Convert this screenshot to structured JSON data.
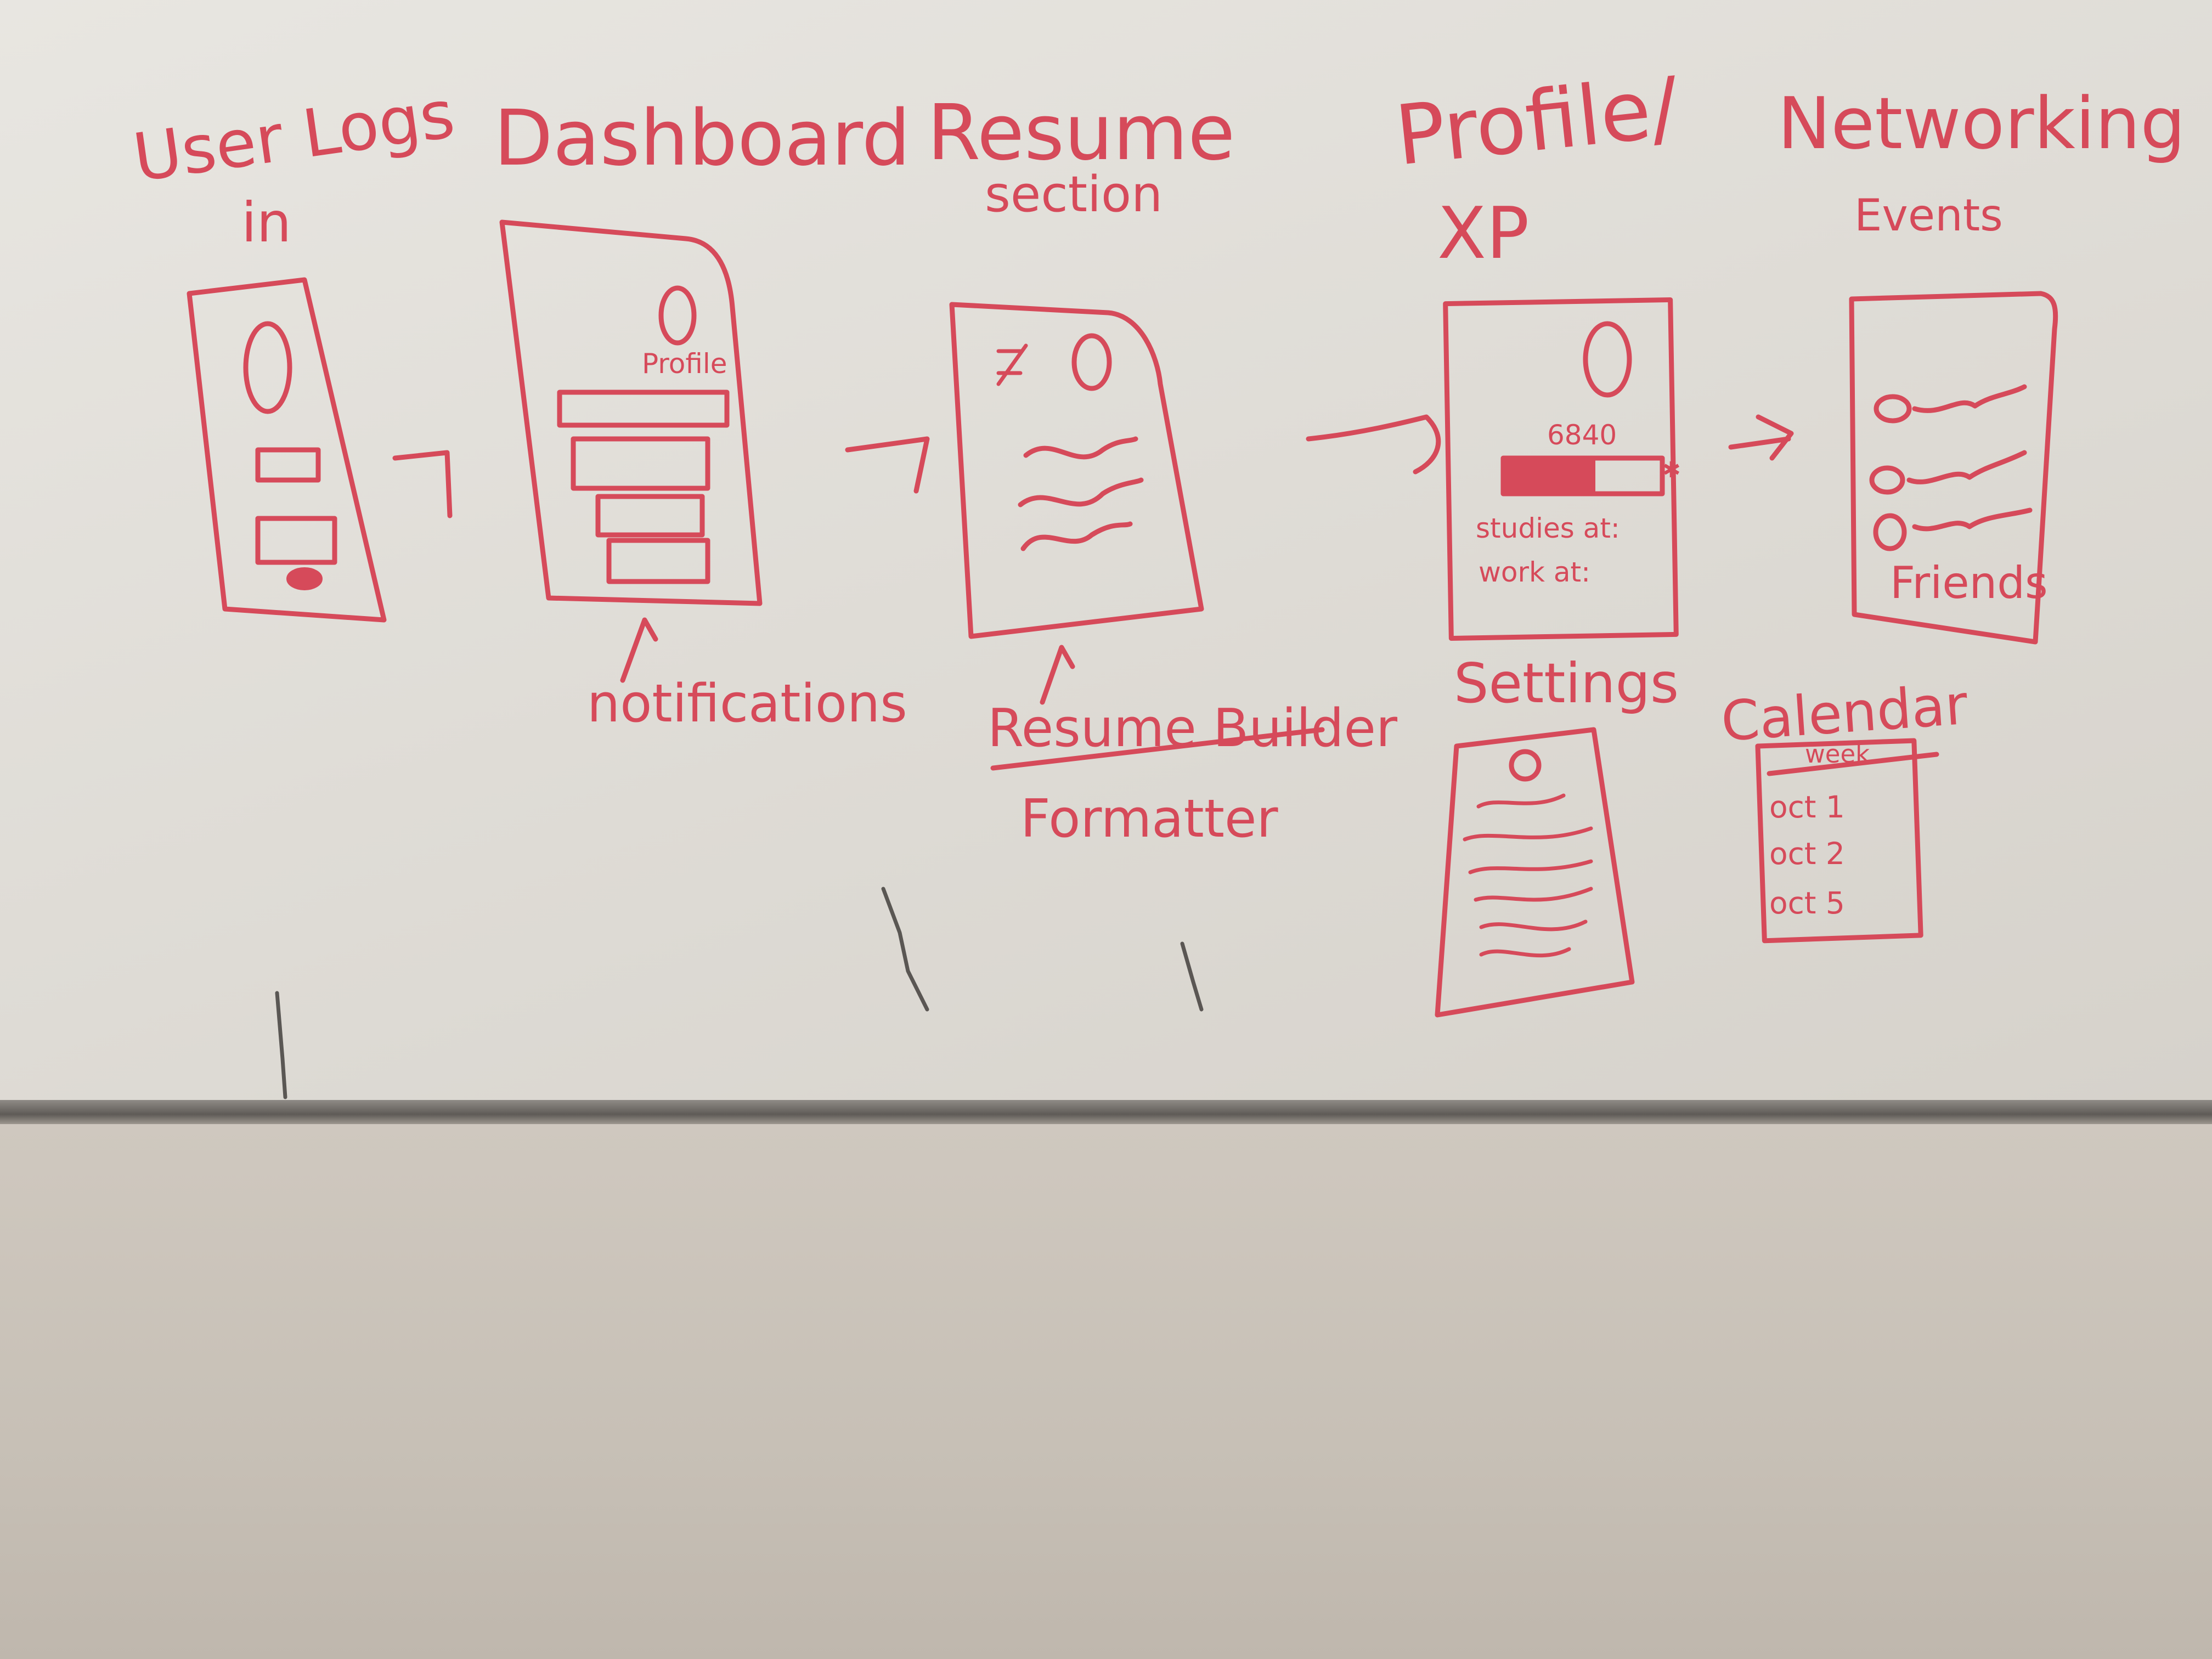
{
  "steps": {
    "login": {
      "title_1": "User Logs",
      "title_2": "in"
    },
    "dashboard": {
      "title": "Dashboard",
      "profile_label": "Profile",
      "note": "notifications"
    },
    "resume": {
      "title_1": "Resume",
      "title_2": "section",
      "note_1": "Resume Builder",
      "note_2": "Formatter"
    },
    "profile": {
      "title_1": "Profile/",
      "title_2": "XP",
      "xp": "6840",
      "studies": "studies at:",
      "work": "work at:"
    },
    "networking": {
      "title_1": "Networking",
      "title_2": "Events",
      "friends": "Friends"
    }
  },
  "extras": {
    "settings": {
      "title": "Settings"
    },
    "calendar": {
      "title": "Calendar",
      "header": "week",
      "items": [
        "oct 1",
        "oct 2",
        "oct 5"
      ]
    }
  },
  "colors": {
    "marker": "#d64a5a",
    "whiteboard": "#e3e0db",
    "wall": "#c7c0b6"
  }
}
